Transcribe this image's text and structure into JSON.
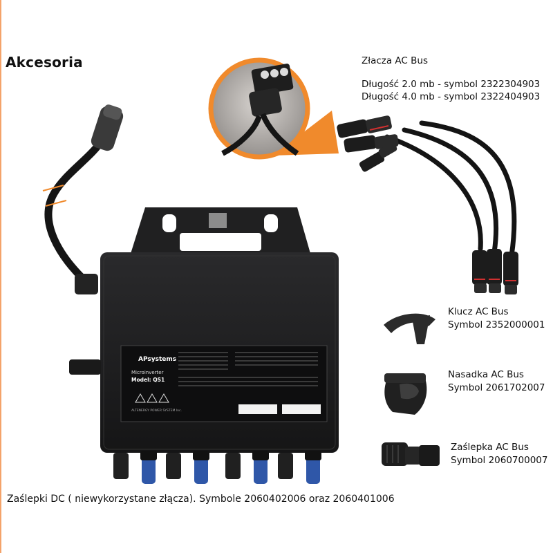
{
  "heading": "Akcesoria",
  "ac_bus_connectors": {
    "title": "Złacza AC Bus",
    "length_2m": "Długość 2.0 mb - symbol 2322304903",
    "length_4m": "Długość 4.0 mb - symbol 2322404903"
  },
  "accessories": {
    "key": {
      "name": "Klucz AC Bus",
      "symbol": "Symbol 2352000001"
    },
    "cap": {
      "name": "Nasadka AC Bus",
      "symbol": "Symbol 2061702007"
    },
    "plug": {
      "name": "Zaślepka AC Bus",
      "symbol": "Symbol 2060700007"
    }
  },
  "footer_caption": "Zaślepki DC ( niewykorzystane złącza). Symbole 2060402006 oraz 2060401006",
  "product_label": {
    "brand": "APsystems",
    "type": "Microinverter",
    "model": "Model: QS1",
    "company": "ALTENERGY POWER SYSTEM Inc."
  },
  "colors": {
    "accent_orange": "#f08a2c",
    "inverter_body": "#1d1d1f",
    "connector_blue": "#2f57a8"
  }
}
